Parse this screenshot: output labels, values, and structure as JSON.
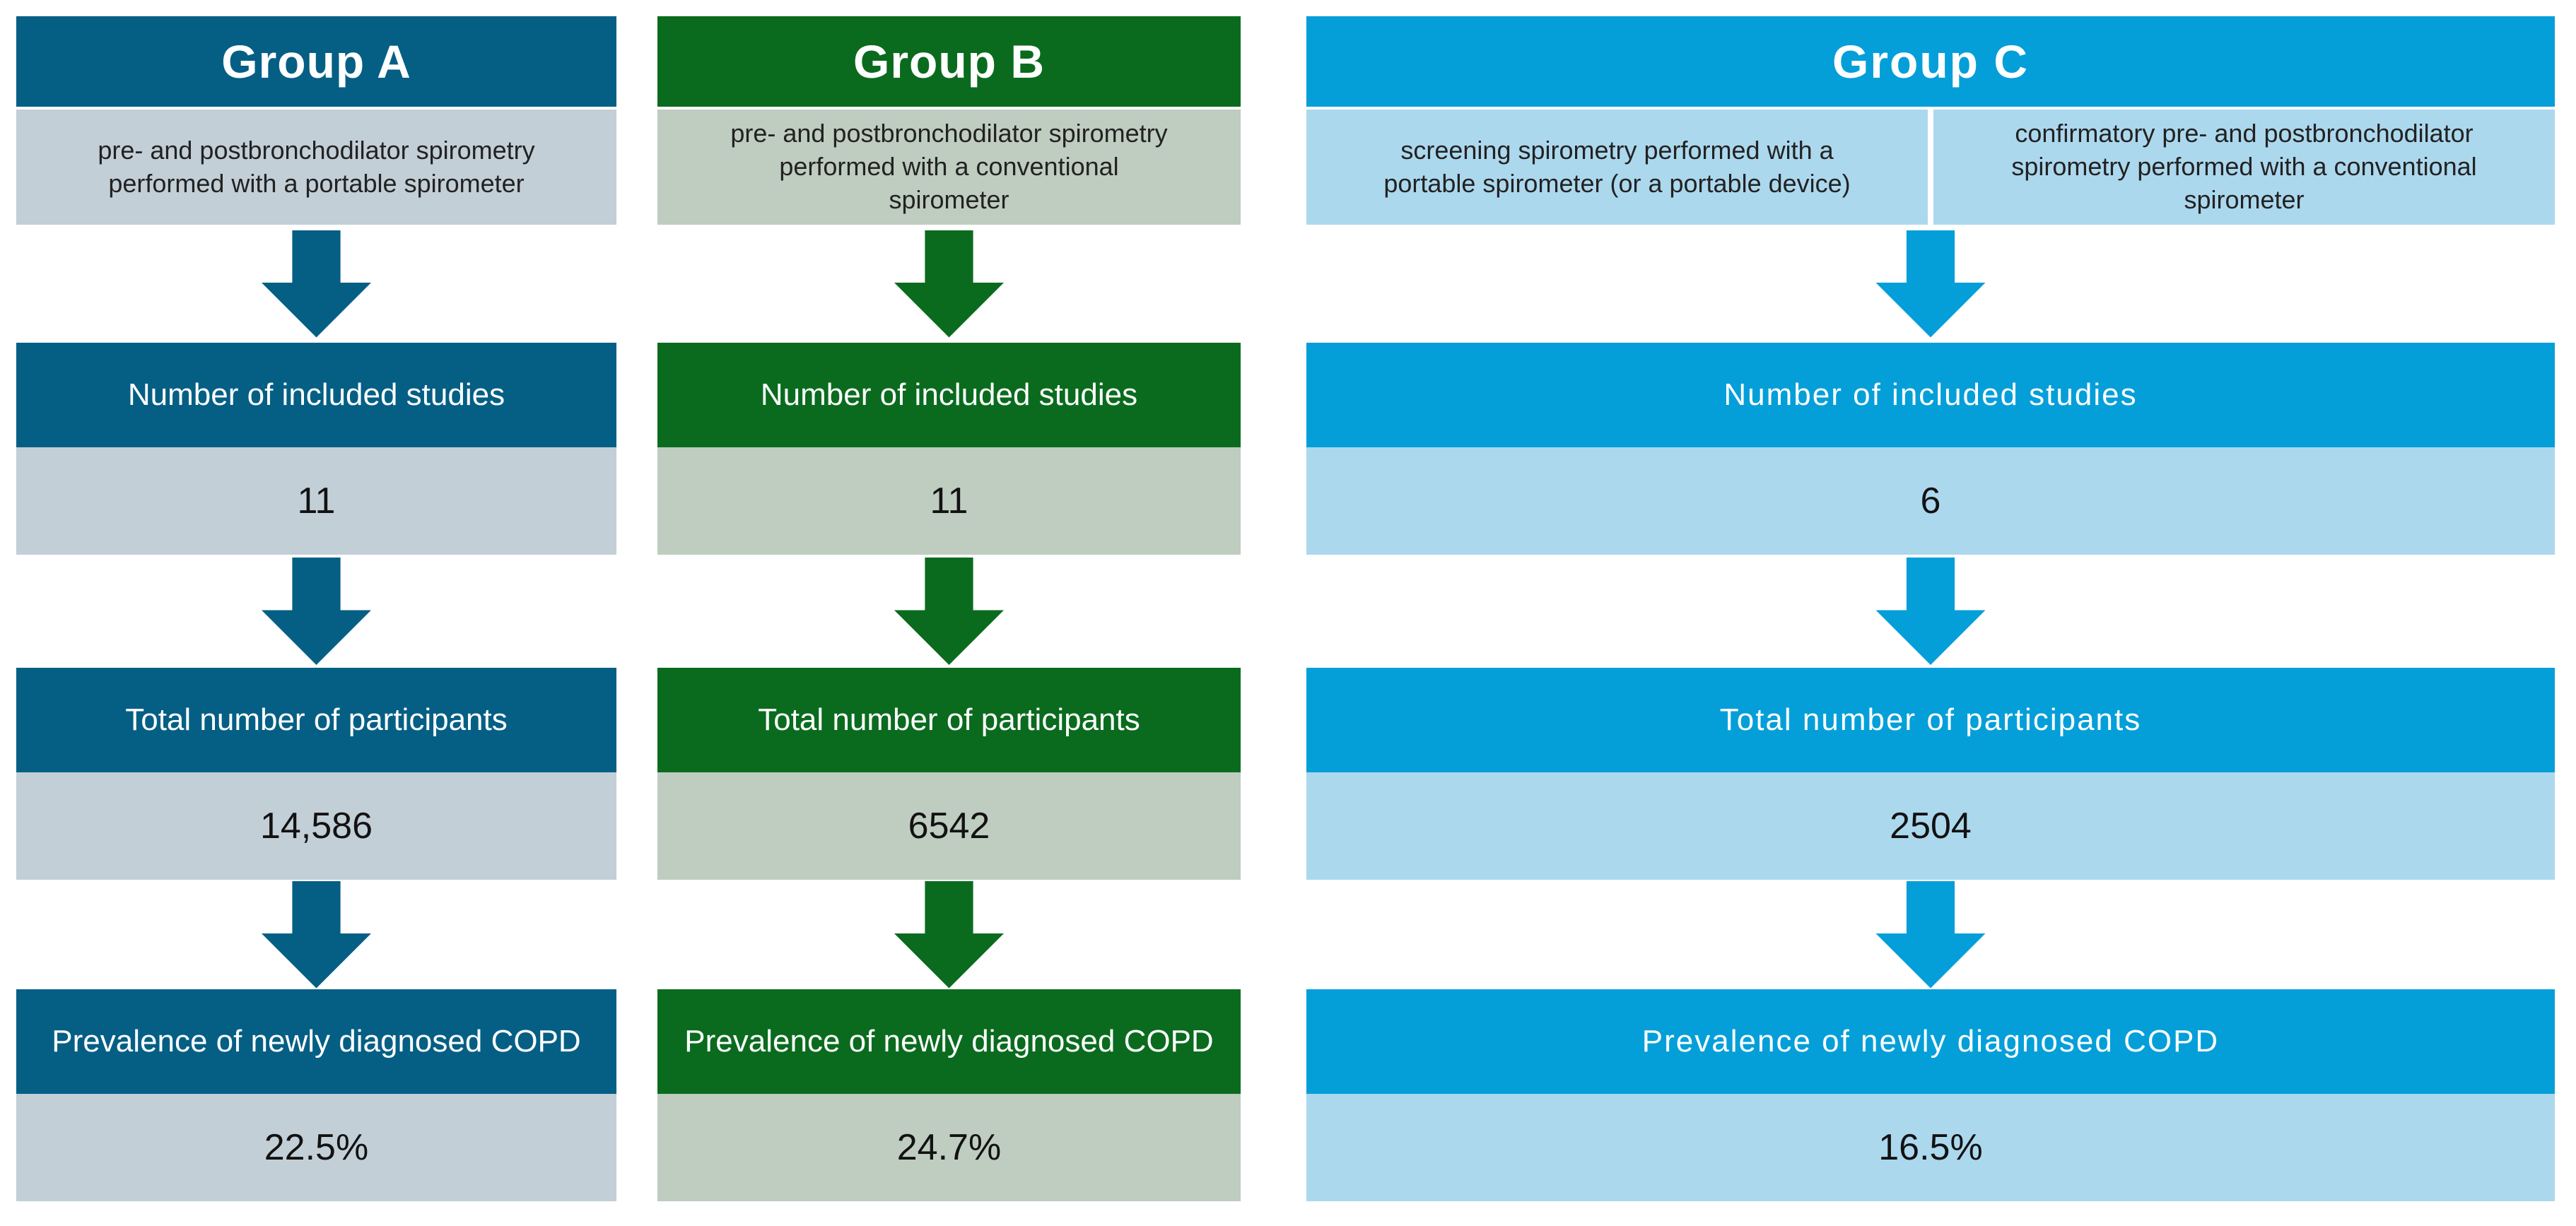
{
  "columns": [
    {
      "id": "group-a",
      "title": "Group A",
      "description": "pre- and postbronchodilator spirometry performed with a portable spirometer",
      "colors": {
        "dark": "#055F85",
        "light": "#C3CFD7"
      },
      "rows": [
        {
          "label": "Number of included studies",
          "value": "11"
        },
        {
          "label": "Total number of participants",
          "value": "14,586"
        },
        {
          "label": "Prevalence of newly diagnosed COPD",
          "value": "22.5%"
        }
      ]
    },
    {
      "id": "group-b",
      "title": "Group B",
      "description": "pre- and postbronchodilator spirometry performed with a conventional spirometer",
      "colors": {
        "dark": "#0A6B1E",
        "light": "#BFCCC0"
      },
      "rows": [
        {
          "label": "Number of included studies",
          "value": "11"
        },
        {
          "label": "Total number of participants",
          "value": "6542"
        },
        {
          "label": "Prevalence of newly diagnosed COPD",
          "value": "24.7%"
        }
      ]
    },
    {
      "id": "group-c",
      "title": "Group C",
      "descriptions": [
        "screening spirometry performed with a portable spirometer (or a portable device)",
        "confirmatory pre- and postbronchodilator spirometry performed with a conventional spirometer"
      ],
      "colors": {
        "dark": "#049FD9",
        "light": "#ACD8EE"
      },
      "rows": [
        {
          "label": "Number of included studies",
          "value": "6"
        },
        {
          "label": "Total number of participants",
          "value": "2504"
        },
        {
          "label": "Prevalence of newly diagnosed COPD",
          "value": "16.5%"
        }
      ]
    }
  ]
}
